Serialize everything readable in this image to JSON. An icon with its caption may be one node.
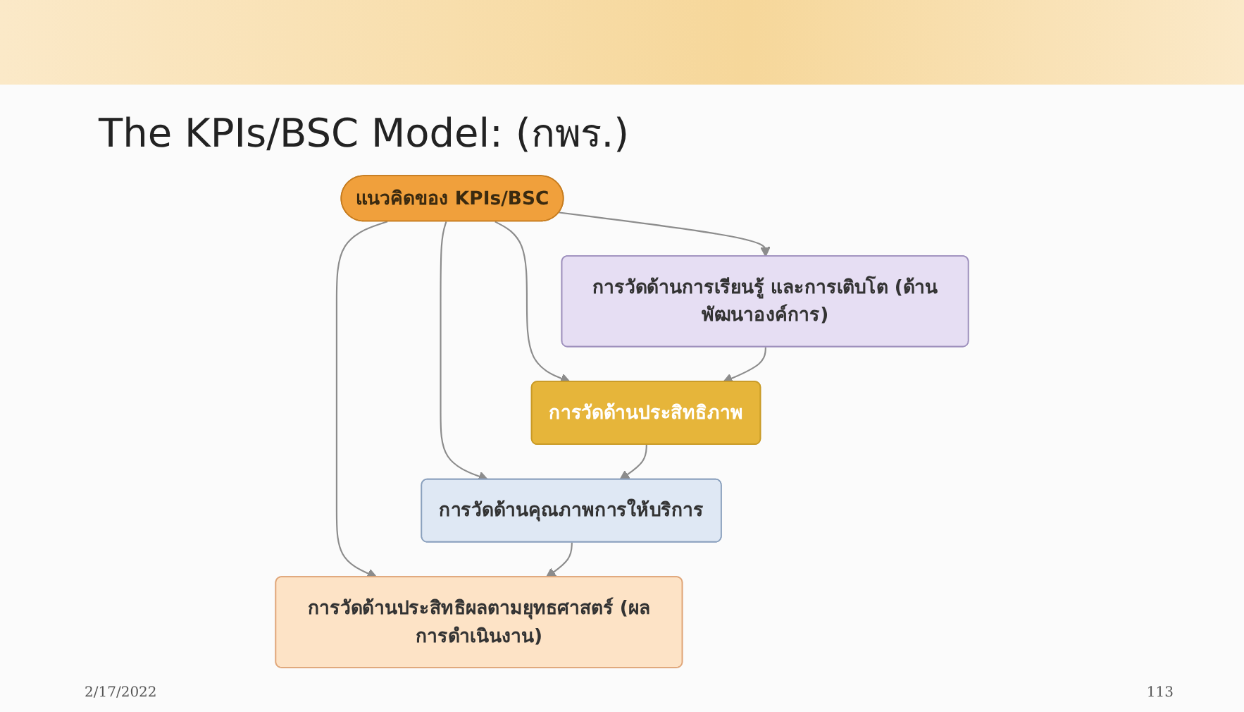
{
  "diagram": {
    "title": "The KPIs/BSC Model: (กพร.)",
    "nodes": [
      {
        "text": [
          "การวัดด้านประสิทธิภาพ"
        ]
      },
      {
        "text": [
          "การวัดด้านการเรียนรู้ และการเติบโต (ด้านพัฒนาองค์การ)"
        ]
      },
      {
        "text": [
          "แนวคิดของ KPIs/BSC"
        ]
      },
      {
        "text": [
          "การวัดด้านคุณภาพการให้บริการ"
        ]
      },
      {
        "text": [
          "การวัดด้านประสิทธิผลตามยุทธศาสตร์ (ผลการดำเนินงาน)"
        ]
      }
    ],
    "edges": [
      {
        "from": 2,
        "to": 0,
        "arrow": "to"
      },
      {
        "from": 2,
        "to": 1,
        "arrow": "to"
      },
      {
        "from": 2,
        "to": 3,
        "arrow": "to"
      },
      {
        "from": 2,
        "to": 4,
        "arrow": "to"
      },
      {
        "from": 1,
        "to": 0,
        "arrow": "to"
      },
      {
        "from": 0,
        "to": 3,
        "arrow": "to"
      },
      {
        "from": 3,
        "to": 4,
        "arrow": "to"
      }
    ],
    "labels": [
      "2/17/2022",
      "113"
    ]
  }
}
